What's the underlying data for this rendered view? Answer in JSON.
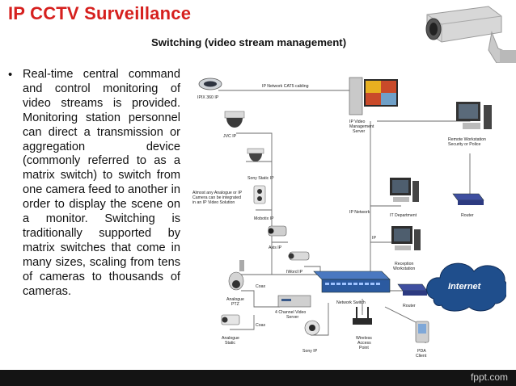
{
  "slide": {
    "title": "IP CCTV Surveillance",
    "subtitle": "Switching (video stream management)",
    "bullet_symbol": "•",
    "body": "Real-time central command and control monitoring of video streams is provided. Monitoring station personnel can direct a transmission or aggregation device (commonly referred to as a matrix switch) to switch from one camera feed to another in order to display the scene on a monitor. Switching is traditionally supported by matrix switches that come in many sizes, scaling from tens of cameras to thousands of cameras."
  },
  "diagram": {
    "labels": {
      "cabling": "IP Network CAT5 cabling",
      "ipix": "IPIX 360 IP",
      "jvc": "JVC IP",
      "sony_static": "Sony Static IP",
      "analogue_note_1": "Almost any Analogue or IP",
      "analogue_note_2": "Camera can be integrated",
      "analogue_note_3": "in an IP Video Solution",
      "mobotix": "Mobotix IP",
      "axis": "Axis IP",
      "iword": "IWord IP",
      "analogue_ptz_1": "Analogue",
      "analogue_ptz_2": "PTZ",
      "coax1": "Coax",
      "coax2": "Coax",
      "channel_server_1": "4 Channel Video",
      "channel_server_2": "Server",
      "analogue_static_1": "Analogue",
      "analogue_static_2": "Static",
      "sony_ip": "Sony IP",
      "mgmt_1": "IP Video",
      "mgmt_2": "Management",
      "mgmt_3": "Server",
      "remote_1": "Remote Workstation",
      "remote_2": "Security or Police",
      "ip_network": "IP Network",
      "ip": "IP",
      "it_dept": "IT Department",
      "router_top": "Router",
      "reception_1": "Reception",
      "reception_2": "Workstation",
      "network_switch": "Network Switch",
      "router_bottom": "Router",
      "internet": "Internet",
      "wap_1": "Wireless",
      "wap_2": "Access",
      "wap_3": "Point",
      "pda_1": "PDA",
      "pda_2": "Client"
    }
  },
  "footer": {
    "logo": "fppt.com"
  },
  "colors": {
    "title": "#d6201e",
    "footer_bg": "#141414",
    "internet_cloud": "#1f4e8c",
    "switch": "#2b5aa0"
  }
}
